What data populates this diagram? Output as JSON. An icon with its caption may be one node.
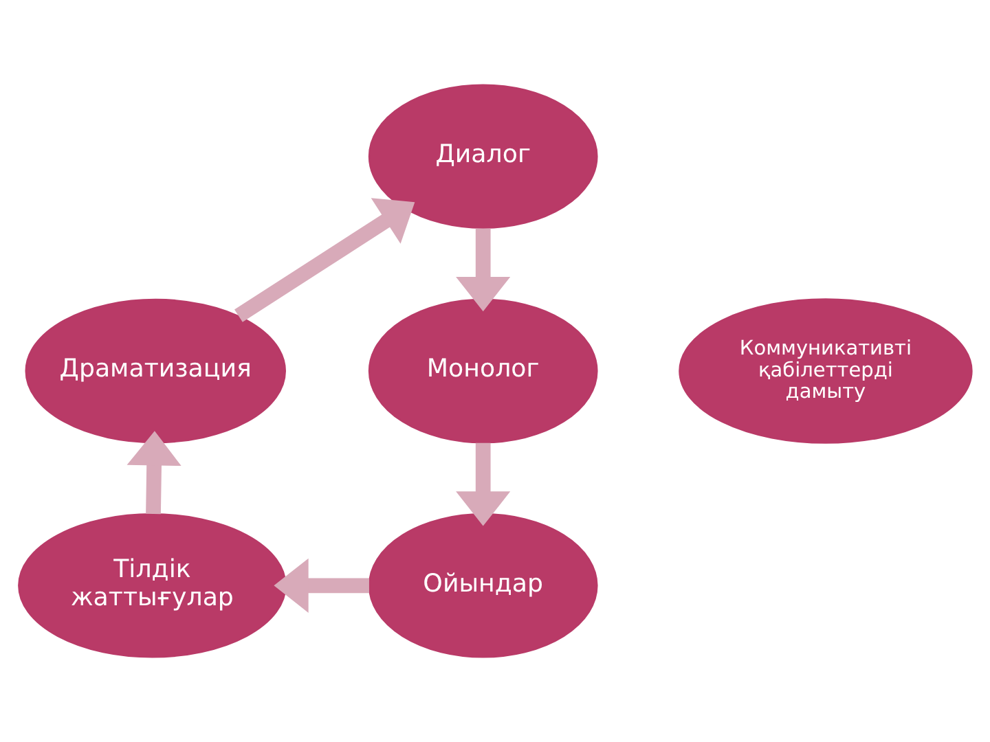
{
  "diagram": {
    "nodes": [
      {
        "text": [
          "Диалог"
        ]
      },
      {
        "text": [
          "Драматизация"
        ]
      },
      {
        "text": [
          "Монолог"
        ]
      },
      {
        "text": [
          "Коммуникативті қабілеттерді дамыту"
        ]
      },
      {
        "text": [
          "Тілдік жаттығулар"
        ]
      },
      {
        "text": [
          "Ойындар"
        ]
      }
    ],
    "edges": [
      {
        "from": 0,
        "to": 2,
        "arrow": "to"
      },
      {
        "from": 2,
        "to": 5,
        "arrow": "to"
      },
      {
        "from": 5,
        "to": 4,
        "arrow": "to"
      },
      {
        "from": 4,
        "to": 1,
        "arrow": "to"
      },
      {
        "from": 1,
        "to": 0,
        "arrow": "to"
      }
    ]
  }
}
